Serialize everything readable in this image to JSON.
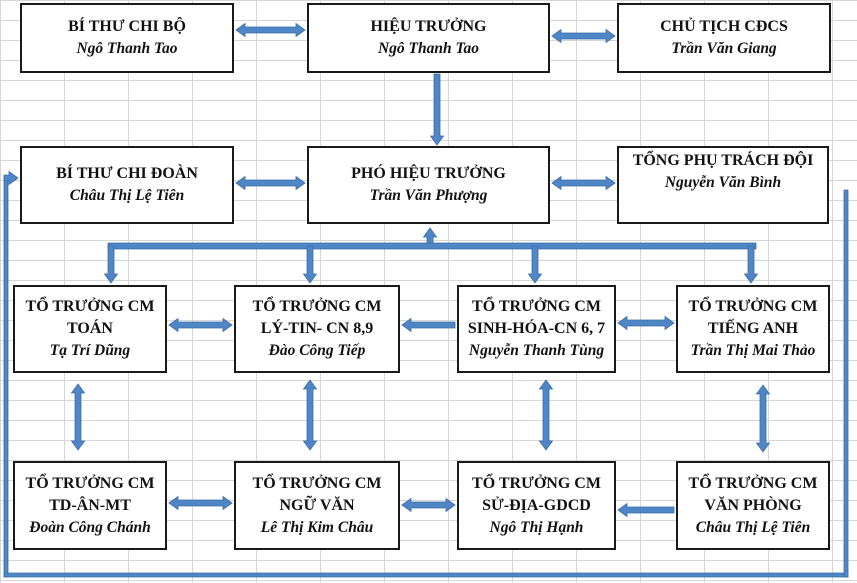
{
  "colors": {
    "arrow": "#4f86c6",
    "arrow_outline": "#3a6ea8",
    "border": "#1a1a1a"
  },
  "boxes": {
    "bi_thu_chi_bo": {
      "role": "BÍ THƯ CHI BỘ",
      "person": "Ngô Thanh Tao"
    },
    "hieu_truong": {
      "role": "HIỆU TRƯỞNG",
      "person": "Ngô Thanh Tao"
    },
    "chu_tich_cdcs": {
      "role": "CHỦ TỊCH CĐCS",
      "person": "Trần Văn Giang"
    },
    "bi_thu_chi_doan": {
      "role": "BÍ THƯ CHI ĐOÀN",
      "person": "Châu Thị Lệ Tiên"
    },
    "pho_hieu_truong": {
      "role": "PHÓ HIỆU TRƯỞNG",
      "person": "Trần Văn Phượng"
    },
    "tong_phu_trach": {
      "role": "TỔNG PHỤ TRÁCH ĐỘI",
      "person": "Nguyễn Văn Bình"
    },
    "to_toan": {
      "role": "TỔ TRƯỞNG CM",
      "subject": "TOÁN",
      "person": "Tạ Trí Dũng"
    },
    "to_ly_tin": {
      "role": "TỔ TRƯỞNG CM",
      "subject": "LÝ-TIN- CN 8,9",
      "person": "Đào Công Tiếp"
    },
    "to_sinh_hoa": {
      "role": "TỔ TRƯỞNG CM",
      "subject": "SINH-HÓA-CN 6, 7",
      "person": "Nguyễn Thanh Tùng"
    },
    "to_tieng_anh": {
      "role": "TỔ TRƯỞNG CM",
      "subject": "TIẾNG ANH",
      "person": "Trần Thị Mai Thảo"
    },
    "to_td_an_mt": {
      "role": "TỔ TRƯỞNG CM",
      "subject": "TD-ÂN-MT",
      "person": "Đoàn Công Chánh"
    },
    "to_ngu_van": {
      "role": "TỔ TRƯỞNG CM",
      "subject": "NGỮ VĂN",
      "person": "Lê Thị Kim Châu"
    },
    "to_su_dia": {
      "role": "TỔ TRƯỞNG CM",
      "subject": "SỬ-ĐỊA-GDCD",
      "person": "Ngô Thị Hạnh"
    },
    "to_van_phong": {
      "role": "TỔ TRƯỞNG CM",
      "subject": "VĂN PHÒNG",
      "person": "Châu Thị Lệ Tiên"
    }
  }
}
